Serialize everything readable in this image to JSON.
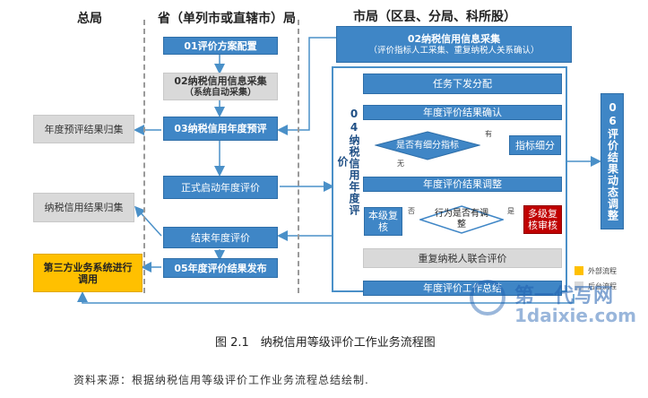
{
  "headers": {
    "zongju": "总局",
    "sheng": "省（单列市或直辖市）局",
    "shi": "市局（区县、分局、科所股）"
  },
  "nodes": {
    "n01": "01评价方案配置",
    "n02_line1": "02纳税信用信息采集",
    "n02_line2": "（系统自动采集）",
    "n03": "03纳税信用年度预评",
    "start": "正式启动年度评价",
    "end": "结束年度评价",
    "n05": "05年度评价结果发布",
    "pre_collect": "年度预评结果归集",
    "result_collect": "纳税信用结果归集",
    "third_party": "第三方业务系统进行调用",
    "city02_line1": "02纳税信用信息采集",
    "city02_line2": "（评价指标人工采集、重复纳税人关系确认）",
    "n04": "04纳税信用年度评价",
    "task": "任务下发分配",
    "confirm": "年度评价结果确认",
    "split_q": "是否有细分指标",
    "split": "指标细分",
    "adjust": "年度评价结果调整",
    "review_q": "行为是否有调整",
    "local_review": "本级复核",
    "multi_review": "多级复核审核",
    "repeat": "重复纳税人联合评价",
    "work": "年度评价工作总结",
    "n06": "06评价结果动态调整"
  },
  "labels": {
    "yes1": "有",
    "no1": "无",
    "no2": "否",
    "yes2": "是"
  },
  "legend": {
    "item1": "外部流程",
    "item2": "后台流程",
    "item1_color": "#ffc000",
    "item2_color": "#d9d9d9"
  },
  "caption": "图 2.1　纳税信用等级评价工作业务流程图",
  "source": "资料来源：根据纳税信用等级评价工作业务流程总结绘制.",
  "watermark": {
    "cn": "第一代写网",
    "en": "1daixie.com"
  },
  "colors": {
    "blue": "#3f86c6",
    "gray": "#d9d9d9",
    "yellow": "#ffc000",
    "red": "#c00000",
    "arrow": "#4a90c8"
  }
}
